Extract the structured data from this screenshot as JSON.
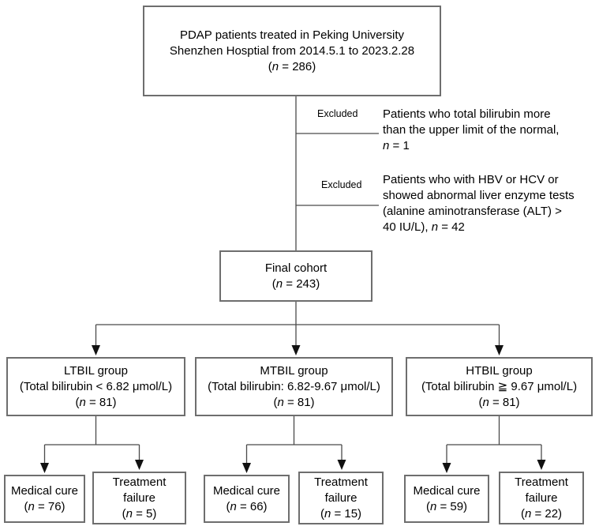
{
  "meta": {
    "diagram_type": "patient-flow-chart",
    "background": "#ffffff"
  },
  "colors": {
    "box_border": "#6e6e6e",
    "connector_line": "#4a4a4a",
    "arrowhead": "#111111",
    "text": "#000000"
  },
  "flowchart": {
    "top_box": {
      "line1": "PDAP patients treated in Peking University",
      "line2": "Shenzhen Hosptial from 2014.5.1 to 2023.2.28",
      "n_pre": "(",
      "n": "n",
      "n_post": " = 286)"
    },
    "exclusions": [
      {
        "label": "Excluded",
        "lines": [
          "Patients who total bilirubin more",
          "than the upper limit of the normal,"
        ],
        "n_pre": "",
        "n": "n",
        "n_post": " = 1"
      },
      {
        "label": "Excluded",
        "lines": [
          "Patients who with HBV or HCV or",
          "showed abnormal liver enzyme tests",
          "(alanine aminotransferase (ALT) >"
        ],
        "n_pre": "40 IU/L), ",
        "n": "n",
        "n_post": " = 42"
      }
    ],
    "final_cohort": {
      "line1": "Final cohort",
      "n_pre": "(",
      "n": "n",
      "n_post": " = 243)"
    },
    "groups": [
      {
        "title": "LTBIL group",
        "criteria": "(Total bilirubin < 6.82 μmol/L)",
        "n_pre": "(",
        "n": "n",
        "n_post": " = 81)"
      },
      {
        "title": "MTBIL group",
        "criteria": "(Total bilirubin: 6.82-9.67 μmol/L)",
        "n_pre": "(",
        "n": "n",
        "n_post": " = 81)"
      },
      {
        "title": "HTBIL group",
        "criteria": "(Total bilirubin ≧ 9.67 μmol/L)",
        "n_pre": "(",
        "n": "n",
        "n_post": " = 81)"
      }
    ],
    "outcomes": [
      {
        "label": "Medical cure",
        "n_pre": "(",
        "n": "n",
        "n_post": " = 76)"
      },
      {
        "label": "Treatment failure",
        "n_pre": "(",
        "n": "n",
        "n_post": " = 5)"
      },
      {
        "label": "Medical cure",
        "n_pre": "(",
        "n": "n",
        "n_post": " = 66)"
      },
      {
        "label": "Treatment failure",
        "n_pre": "(",
        "n": "n",
        "n_post": " = 15)"
      },
      {
        "label": "Medical cure",
        "n_pre": "(",
        "n": "n",
        "n_post": " = 59)"
      },
      {
        "label": "Treatment failure",
        "n_pre": "(",
        "n": "n",
        "n_post": " = 22)"
      }
    ]
  }
}
